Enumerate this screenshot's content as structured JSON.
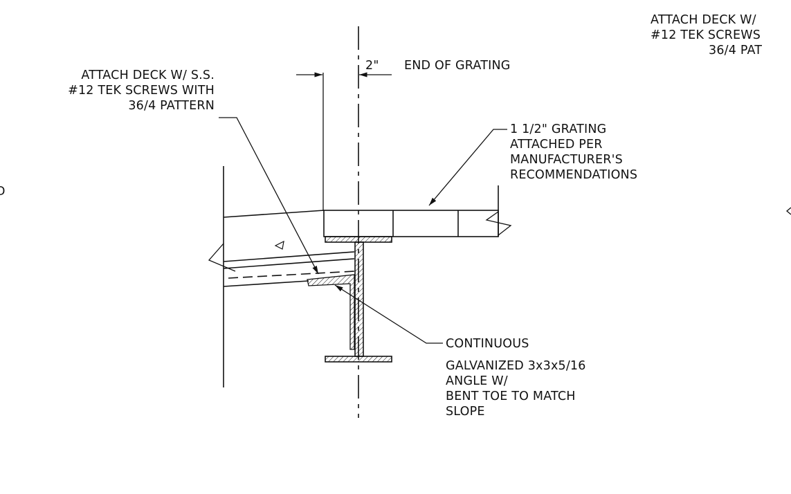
{
  "drawing": {
    "line_color": "#111111",
    "background": "#ffffff"
  },
  "notes": {
    "attach_left": [
      "ATTACH DECK W/ S.S.",
      "#12 TEK SCREWS WITH",
      "36/4 PATTERN"
    ],
    "attach_right_partial": [
      "ATTACH DECK W/",
      "#12 TEK SCREWS",
      "36/4 PAT"
    ],
    "dimension": "2\"",
    "end_of_grating": "END OF GRATING",
    "grating": [
      "1 1/2\" GRATING",
      "ATTACHED PER",
      "MANUFACTURER'S",
      "RECOMMENDATIONS"
    ],
    "angle": [
      "CONTINUOUS",
      "GALVANIZED 3x3x5/16",
      "ANGLE W/",
      "BENT TOE TO MATCH",
      "SLOPE"
    ],
    "edge_fragment": "D"
  }
}
